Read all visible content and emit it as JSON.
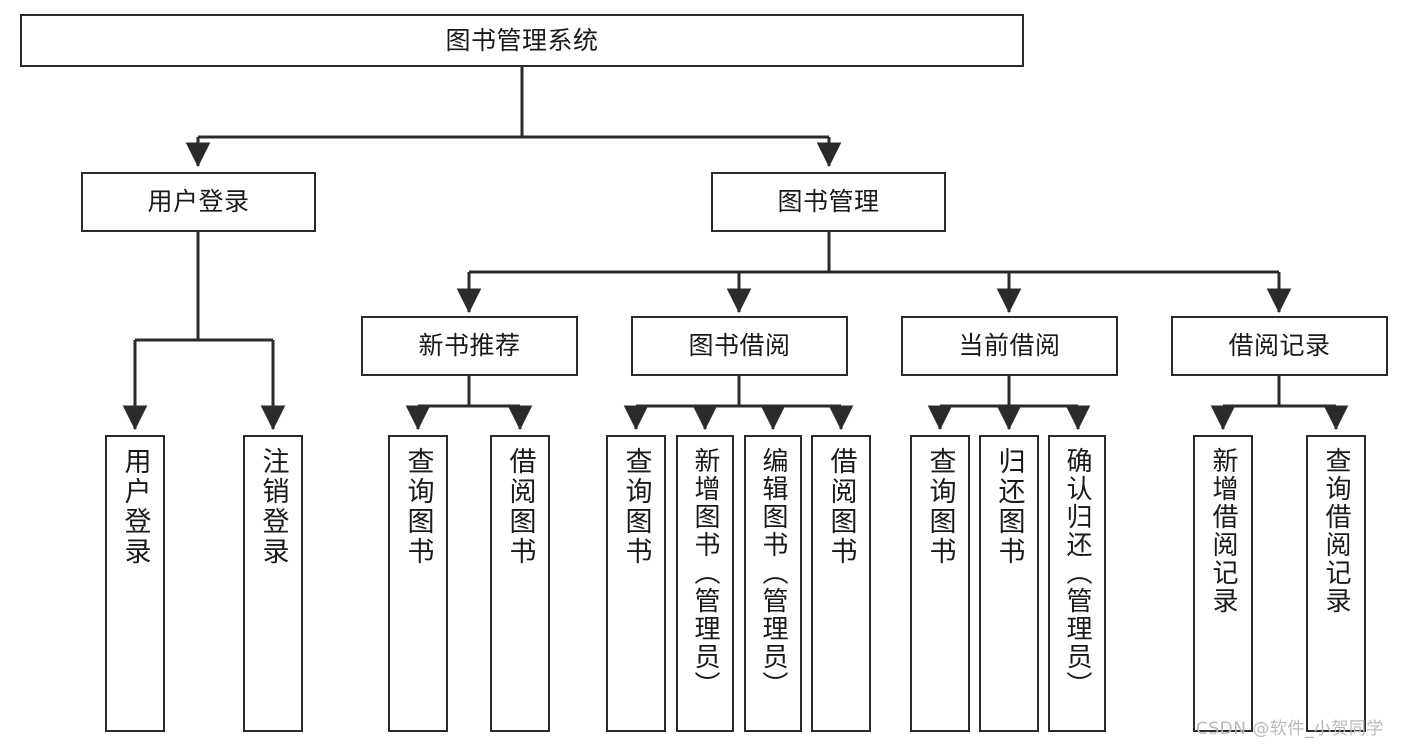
{
  "diagram": {
    "type": "tree",
    "title": "图书管理系统",
    "orientation": "top-down",
    "line_color": "#2b2b2b",
    "box_fill": "#ffffff",
    "text_color": "#1a1a1a"
  },
  "nodes": {
    "root": {
      "label": "图书管理系统",
      "level": 1
    },
    "user_login": {
      "label": "用户登录",
      "level": 2
    },
    "book_manage": {
      "label": "图书管理",
      "level": 2
    },
    "new_book_rec": {
      "label": "新书推荐",
      "level": 3
    },
    "book_borrow": {
      "label": "图书借阅",
      "level": 3
    },
    "current_borrow": {
      "label": "当前借阅",
      "level": 3
    },
    "borrow_record": {
      "label": "借阅记录",
      "level": 3
    },
    "leaf_user_login": {
      "label": "用户登录",
      "level": 4
    },
    "leaf_logout": {
      "label": "注销登录",
      "level": 4
    },
    "leaf_query_book_1": {
      "label": "查询图书",
      "level": 4
    },
    "leaf_borrow_book_1": {
      "label": "借阅图书",
      "level": 4
    },
    "leaf_query_book_2": {
      "label": "查询图书",
      "level": 4
    },
    "leaf_add_book": {
      "label": "新增图书（管理员）",
      "level": 4
    },
    "leaf_edit_book": {
      "label": "编辑图书（管理员）",
      "level": 4
    },
    "leaf_borrow_book_2": {
      "label": "借阅图书",
      "level": 4
    },
    "leaf_query_book_3": {
      "label": "查询图书",
      "level": 4
    },
    "leaf_return_book": {
      "label": "归还图书",
      "level": 4
    },
    "leaf_confirm_return": {
      "label": "确认归还（管理员）",
      "level": 4
    },
    "leaf_add_record": {
      "label": "新增借阅记录",
      "level": 4
    },
    "leaf_query_record": {
      "label": "查询借阅记录",
      "level": 4
    }
  },
  "edges": [
    {
      "from": "root",
      "to": "user_login"
    },
    {
      "from": "root",
      "to": "book_manage"
    },
    {
      "from": "user_login",
      "to": "leaf_user_login"
    },
    {
      "from": "user_login",
      "to": "leaf_logout"
    },
    {
      "from": "book_manage",
      "to": "new_book_rec"
    },
    {
      "from": "book_manage",
      "to": "book_borrow"
    },
    {
      "from": "book_manage",
      "to": "current_borrow"
    },
    {
      "from": "book_manage",
      "to": "borrow_record"
    },
    {
      "from": "new_book_rec",
      "to": "leaf_query_book_1"
    },
    {
      "from": "new_book_rec",
      "to": "leaf_borrow_book_1"
    },
    {
      "from": "book_borrow",
      "to": "leaf_query_book_2"
    },
    {
      "from": "book_borrow",
      "to": "leaf_add_book"
    },
    {
      "from": "book_borrow",
      "to": "leaf_edit_book"
    },
    {
      "from": "book_borrow",
      "to": "leaf_borrow_book_2"
    },
    {
      "from": "current_borrow",
      "to": "leaf_query_book_3"
    },
    {
      "from": "current_borrow",
      "to": "leaf_return_book"
    },
    {
      "from": "current_borrow",
      "to": "leaf_confirm_return"
    },
    {
      "from": "borrow_record",
      "to": "leaf_add_record"
    },
    {
      "from": "borrow_record",
      "to": "leaf_query_record"
    }
  ],
  "watermark": {
    "text": "CSDN @软件_小贺同学",
    "color": "#b9b9b9"
  }
}
